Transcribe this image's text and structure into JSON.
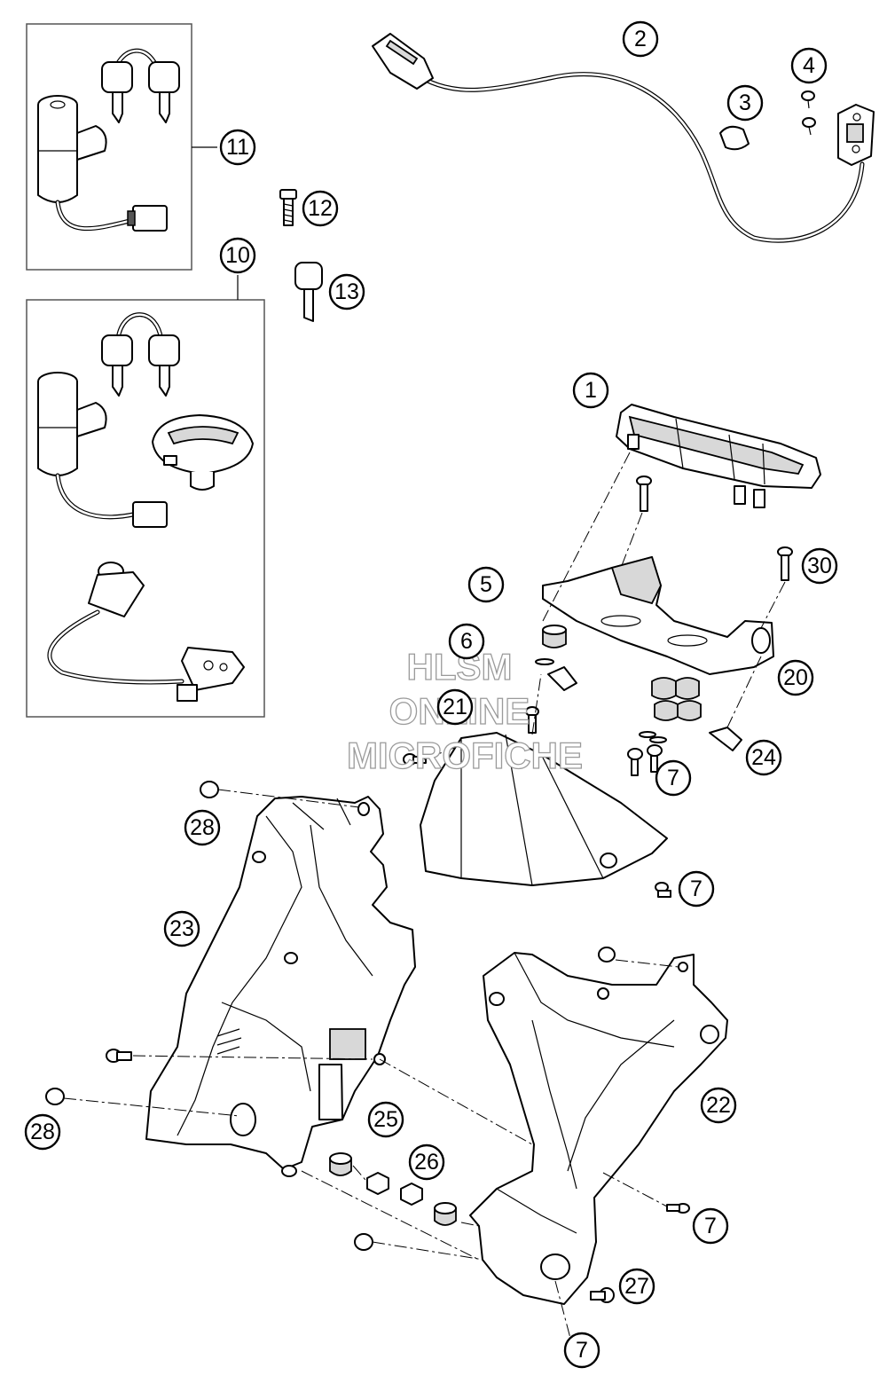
{
  "callouts": [
    {
      "label": "1"
    },
    {
      "label": "2"
    },
    {
      "label": "3"
    },
    {
      "label": "4"
    },
    {
      "label": "5"
    },
    {
      "label": "6"
    },
    {
      "label": "7"
    },
    {
      "label": "7"
    },
    {
      "label": "7"
    },
    {
      "label": "7"
    },
    {
      "label": "10"
    },
    {
      "label": "11"
    },
    {
      "label": "12"
    },
    {
      "label": "13"
    },
    {
      "label": "20"
    },
    {
      "label": "21"
    },
    {
      "label": "22"
    },
    {
      "label": "23"
    },
    {
      "label": "24"
    },
    {
      "label": "25"
    },
    {
      "label": "26"
    },
    {
      "label": "27"
    },
    {
      "label": "28"
    },
    {
      "label": "28"
    },
    {
      "label": "30"
    }
  ],
  "watermark": {
    "line1": "HLSM",
    "line2": "ONLINE",
    "line3": "MICROFICHE"
  },
  "colors": {
    "ink": "#000000",
    "paper": "#ffffff",
    "watermark": "#9a9a9a",
    "box": "#555555"
  }
}
